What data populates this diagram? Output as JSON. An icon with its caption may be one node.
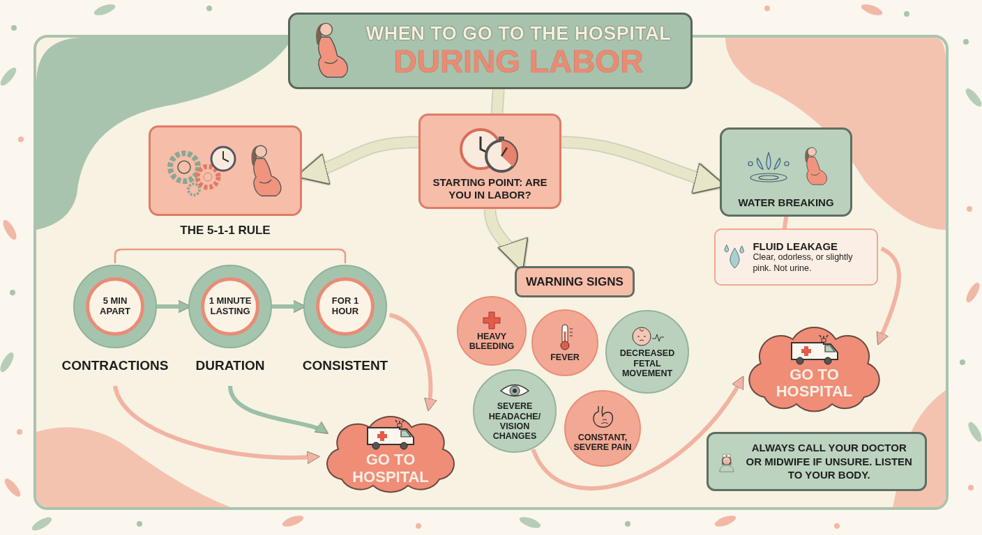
{
  "diagram": {
    "nodes": [
      {
        "text": [
          "WHEN TO GO TO THE HOSPITAL",
          "DURING LABOR"
        ]
      },
      {
        "text": [
          "STARTING POINT: ARE YOU IN LABOR?"
        ]
      },
      {
        "text": [
          "THE 5-1-1 RULE"
        ]
      },
      {
        "text": [
          "WATER BREAKING"
        ]
      },
      {
        "text": [
          "5 MIN APART"
        ],
        "beside": [
          "CONTRACTIONS"
        ]
      },
      {
        "text": [
          "1 MINUTE LASTING"
        ],
        "beside": [
          "DURATION"
        ]
      },
      {
        "text": [
          "FOR 1 HOUR"
        ],
        "beside": [
          "CONSISTENT"
        ]
      },
      {
        "text": [
          "GO TO HOSPITAL"
        ]
      },
      {
        "text": [
          "WARNING SIGNS"
        ]
      },
      {
        "text": [
          "HEAVY BLEEDING"
        ]
      },
      {
        "text": [
          "FEVER"
        ]
      },
      {
        "text": [
          "DECREASED FETAL MOVEMENT"
        ]
      },
      {
        "text": [
          "SEVERE HEADACHE/ VISION CHANGES"
        ]
      },
      {
        "text": [
          "CONSTANT, SEVERE PAIN"
        ]
      },
      {
        "text": [
          "FLUID LEAKAGE",
          "Clear, odorless, or slightly pink. Not urine."
        ]
      },
      {
        "text": [
          "GO TO HOSPITAL"
        ]
      },
      {
        "text": [
          "ALWAYS CALL YOUR DOCTOR OR MIDWIFE IF UNSURE. LISTEN TO YOUR BODY."
        ]
      }
    ],
    "edges": [
      {
        "from": 0,
        "to": 1,
        "arrow": "none",
        "style": "thick",
        "color": "#e8e5c8"
      },
      {
        "from": 1,
        "to": 2,
        "arrow": "to",
        "style": "thick",
        "color": "#e8e5c8"
      },
      {
        "from": 1,
        "to": 3,
        "arrow": "to",
        "style": "thick",
        "color": "#e8e5c8"
      },
      {
        "from": 1,
        "to": 8,
        "arrow": "to",
        "style": "thick",
        "color": "#e8e5c8"
      },
      {
        "from": 4,
        "to": 5,
        "arrow": "to",
        "color": "#9cbfa7"
      },
      {
        "from": 5,
        "to": 6,
        "arrow": "to",
        "color": "#9cbfa7"
      },
      {
        "from": 6,
        "to": 7,
        "arrow": "to"
      },
      {
        "from": 4,
        "to": 7,
        "arrow": "to"
      },
      {
        "from": 5,
        "to": 7,
        "arrow": "to",
        "color": "#9cbfa7"
      },
      {
        "from": 3,
        "to": 14,
        "arrow": "none"
      },
      {
        "from": 14,
        "to": 15,
        "arrow": "to"
      },
      {
        "from": 12,
        "to": 15,
        "arrow": "to"
      }
    ]
  }
}
